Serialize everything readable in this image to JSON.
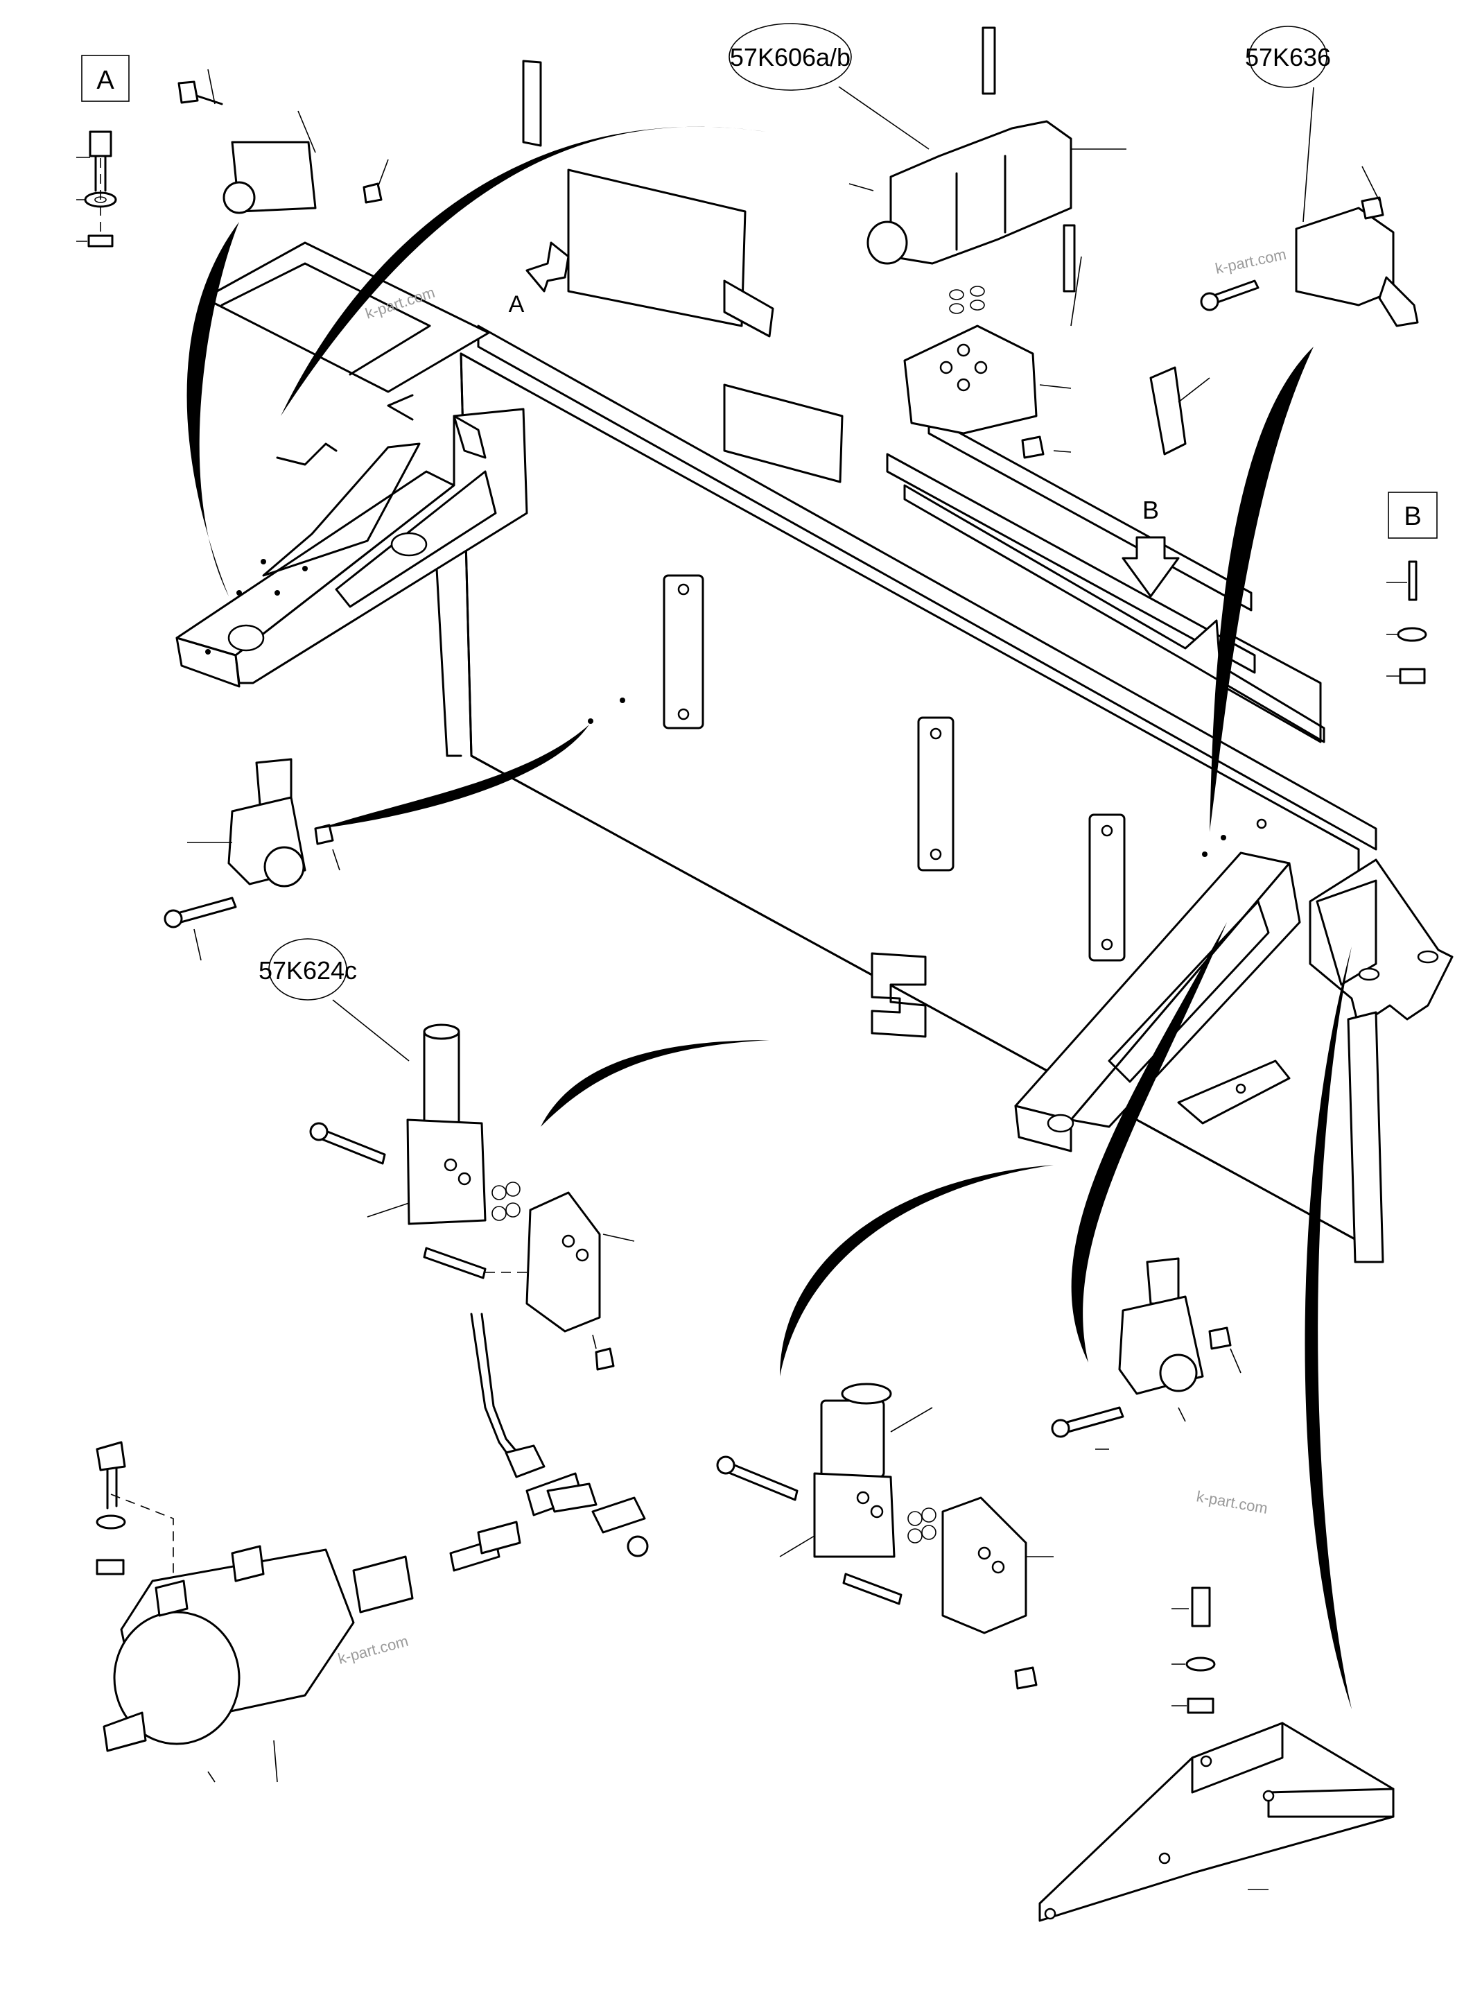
{
  "diagram": {
    "view_labels": {
      "box_a": "A",
      "box_b": "B",
      "arrow_a": "A",
      "arrow_b": "B"
    },
    "callouts": {
      "valve_top": "57K606a/b",
      "valve_right": "57K636",
      "valve_left": "57K624c"
    },
    "watermarks": {
      "w1": "k-part.com",
      "w2": "k-part.com",
      "w3": "k-part.com",
      "w4": "k-part.com"
    }
  },
  "colors": {
    "line": "#000000",
    "background": "#ffffff",
    "watermark": "#9a9a9a"
  }
}
